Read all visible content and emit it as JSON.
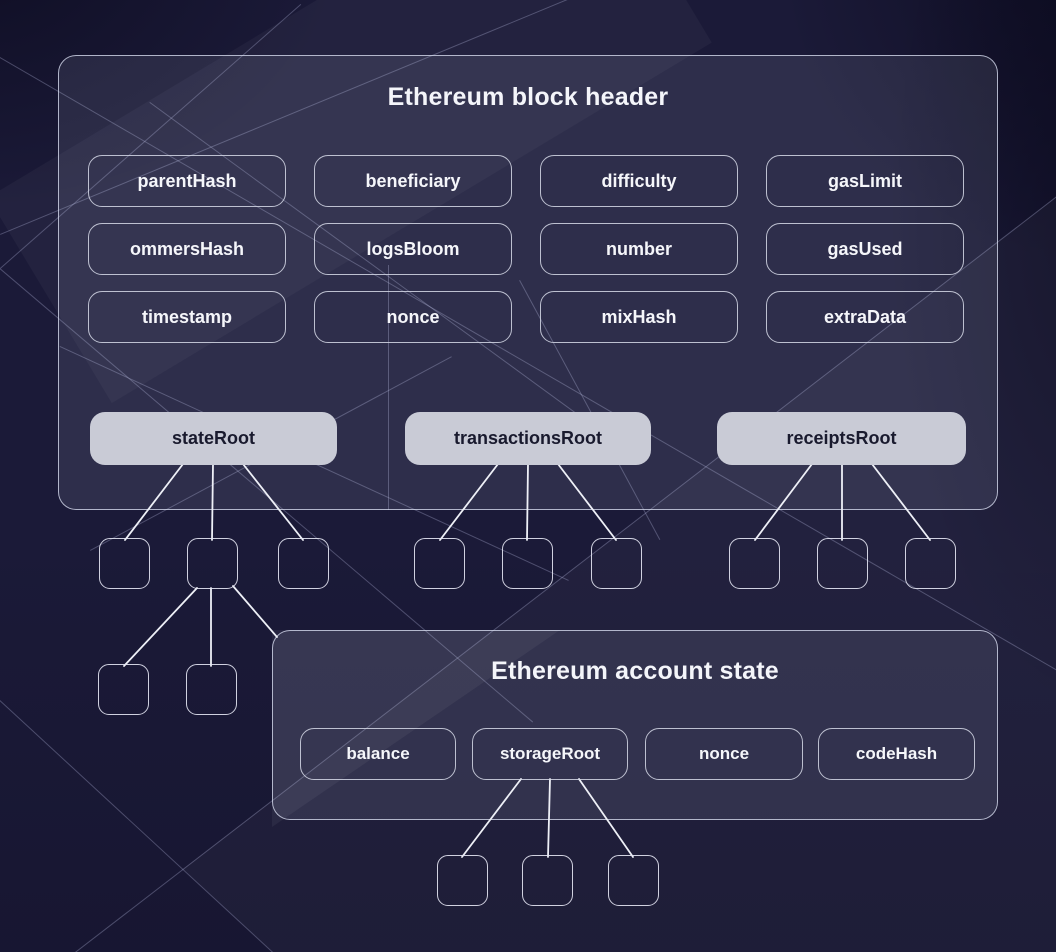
{
  "block_header": {
    "title": "Ethereum block header",
    "fields": [
      "parentHash",
      "beneficiary",
      "difficulty",
      "gasLimit",
      "ommersHash",
      "logsBloom",
      "number",
      "gasUsed",
      "timestamp",
      "nonce",
      "mixHash",
      "extraData"
    ],
    "roots": [
      "stateRoot",
      "transactionsRoot",
      "receiptsRoot"
    ]
  },
  "account_state": {
    "title": "Ethereum account state",
    "fields": [
      "balance",
      "storageRoot",
      "nonce",
      "codeHash"
    ]
  },
  "colors": {
    "background": "#1b1a38",
    "panel_fill": "rgba(219,222,248,0.10)",
    "panel_border": "#d8dcf0",
    "field_border": "#d6d9e8",
    "field_text": "#f5f6fa",
    "root_fill": "#c9cbd6",
    "root_text": "#191a2e",
    "connector": "#eef0f7"
  }
}
